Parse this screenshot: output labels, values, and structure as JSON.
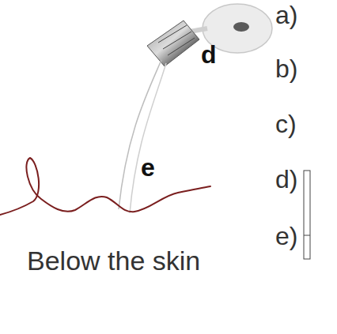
{
  "diagram": {
    "labels": [
      "d",
      "e",
      "Below the skin",
      "a)",
      "b)",
      "c)",
      "d)",
      "e)"
    ]
  }
}
